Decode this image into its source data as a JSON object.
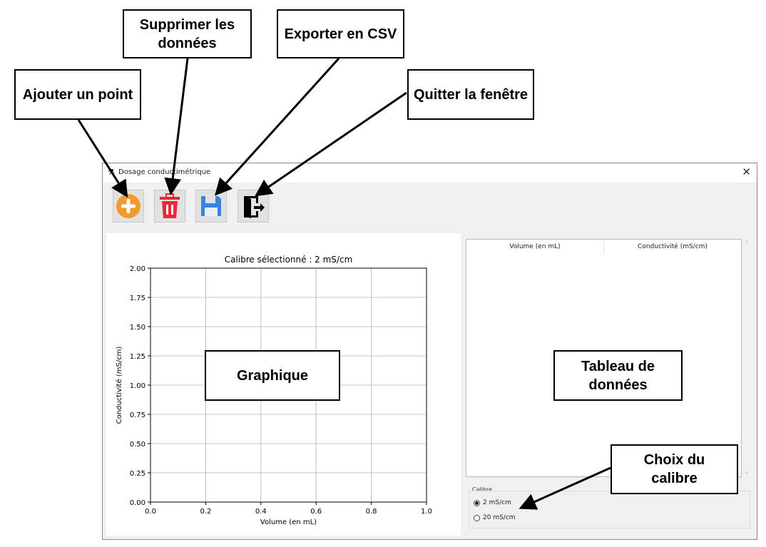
{
  "window": {
    "title": "Dosage conductimétrique",
    "close": "✕"
  },
  "toolbar": [
    {
      "name": "add-point-button",
      "icon": "plus-circle-icon",
      "color": "#f29a2e"
    },
    {
      "name": "delete-data-button",
      "icon": "trash-icon",
      "color": "#e8283a"
    },
    {
      "name": "export-csv-button",
      "icon": "floppy-disk-icon",
      "color": "#3b82e0"
    },
    {
      "name": "quit-button",
      "icon": "exit-door-icon",
      "color": "#000000"
    }
  ],
  "chart_data": {
    "type": "line",
    "title": "Calibre sélectionné : 2 mS/cm",
    "xlabel": "Volume (en mL)",
    "ylabel": "Conductivité (mS/cm)",
    "xlim": [
      0,
      1
    ],
    "ylim": [
      0,
      2
    ],
    "xticks": [
      "0.0",
      "0.2",
      "0.4",
      "0.6",
      "0.8",
      "1.0"
    ],
    "yticks": [
      "0.00",
      "0.25",
      "0.50",
      "0.75",
      "1.00",
      "1.25",
      "1.50",
      "1.75",
      "2.00"
    ],
    "grid": true,
    "series": []
  },
  "table": {
    "columns": [
      "Volume (en mL)",
      "Conductivité (mS/cm)"
    ],
    "rows": []
  },
  "calibre": {
    "label": "Calibre",
    "options": [
      "2 mS/cm",
      "20 mS/cm"
    ],
    "selected": "2 mS/cm"
  },
  "annotations": {
    "add": "Ajouter un point",
    "delete": "Supprimer les données",
    "export": "Exporter en CSV",
    "quit": "Quitter la fenêtre",
    "chart": "Graphique",
    "table": "Tableau de données",
    "calibre": "Choix du calibre"
  }
}
